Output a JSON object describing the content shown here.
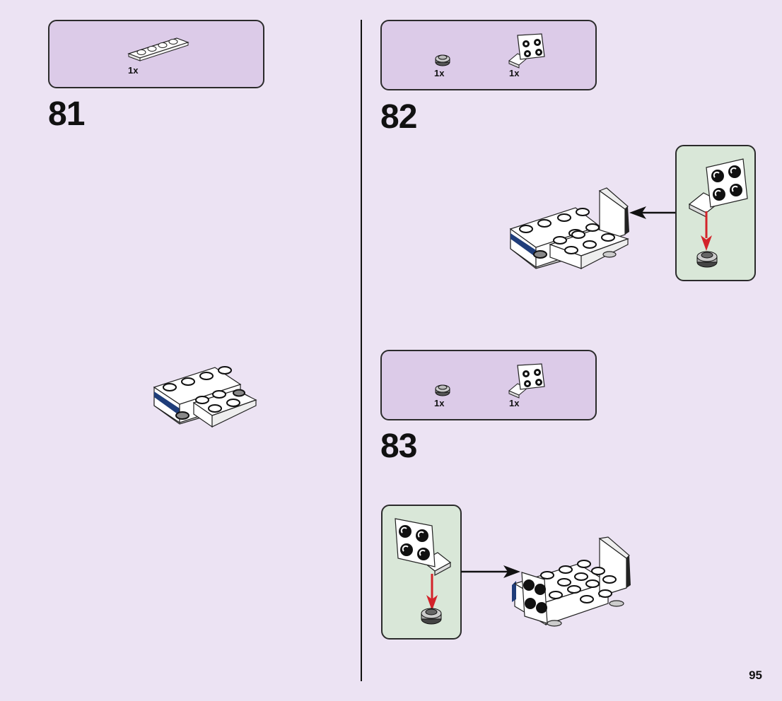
{
  "page": {
    "number": "95"
  },
  "steps": [
    {
      "number": "81",
      "parts": [
        {
          "qty": "1x",
          "icon": "white-plate-1x4-icon"
        }
      ]
    },
    {
      "number": "82",
      "parts": [
        {
          "qty": "1x",
          "icon": "grey-round-plate-icon"
        },
        {
          "qty": "1x",
          "icon": "white-bracket-icon"
        }
      ]
    },
    {
      "number": "83",
      "parts": [
        {
          "qty": "1x",
          "icon": "grey-round-plate-icon"
        },
        {
          "qty": "1x",
          "icon": "white-bracket-icon"
        }
      ]
    }
  ],
  "colors": {
    "background": "#ece3f3",
    "parts_box": "#dccbe8",
    "callout": "#d9e7d8",
    "brick_white": "#ffffff",
    "brick_grey": "#b9b9b9",
    "brick_blue": "#1f3d7a",
    "arrow_red": "#d3232a"
  }
}
